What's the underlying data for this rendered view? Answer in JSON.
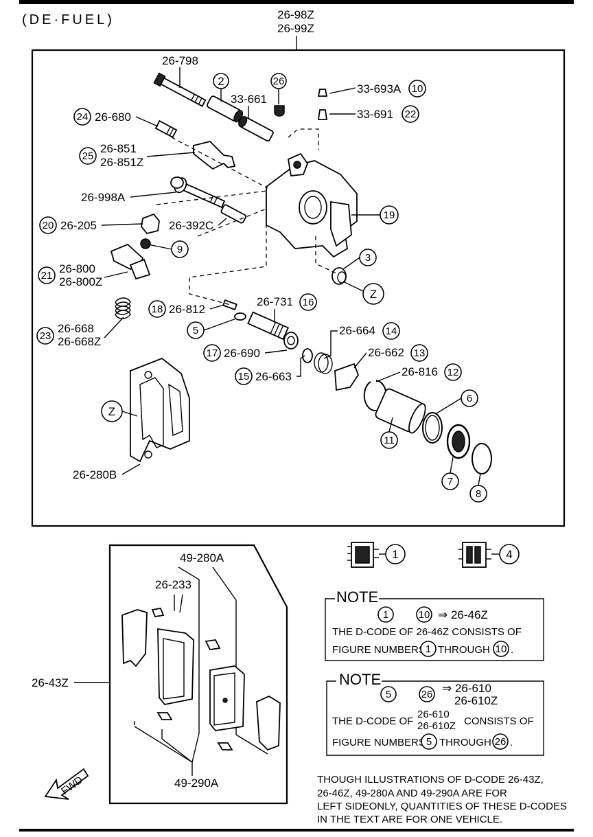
{
  "header": {
    "title": "(DE·FUEL)"
  },
  "top_callout": {
    "line1": "26-98Z",
    "line2": "26-99Z"
  },
  "parts": {
    "p26_798": "26-798",
    "p33_661": "33-661",
    "p33_693A": "33-693A",
    "p33_691": "33-691",
    "p26_680": "26-680",
    "p26_851": "26-851",
    "p26_851Z": "26-851Z",
    "p26_998A": "26-998A",
    "p26_205": "26-205",
    "p26_392C": "26-392C",
    "p26_800": "26-800",
    "p26_800Z": "26-800Z",
    "p26_812": "26-812",
    "p26_731": "26-731",
    "p26_668": "26-668",
    "p26_668Z": "26-668Z",
    "p26_664": "26-664",
    "p26_690": "26-690",
    "p26_662": "26-662",
    "p26_663": "26-663",
    "p26_816": "26-816",
    "p26_280B": "26-280B",
    "p49_280A": "49-280A",
    "p26_233": "26-233",
    "p26_43Z": "26-43Z",
    "p49_290A": "49-290A"
  },
  "numbers": {
    "n1": "1",
    "n2": "2",
    "n3": "3",
    "n4": "4",
    "n5": "5",
    "n6": "6",
    "n7": "7",
    "n8": "8",
    "n9": "9",
    "n10": "10",
    "n11": "11",
    "n12": "12",
    "n13": "13",
    "n14": "14",
    "n15": "15",
    "n16": "16",
    "n17": "17",
    "n18": "18",
    "n19": "19",
    "n20": "20",
    "n21": "21",
    "n22": "22",
    "n23": "23",
    "n24": "24",
    "n25": "25",
    "n26": "26",
    "z": "Z"
  },
  "note1": {
    "title": "NOTE",
    "arrow_code": "⇒ 26-46Z",
    "line2_a": "THE D-CODE OF  26-46Z  CONSISTS OF",
    "line3_a": "FIGURE NUMBERS",
    "line3_b": "THROUGH",
    "line3_c": "."
  },
  "note2": {
    "title": "NOTE",
    "arrow_code_1": "⇒ 26-610",
    "arrow_code_2": "26-610Z",
    "line2_a": "THE D-CODE OF",
    "line2_code1": "26-610",
    "line2_code2": "26-610Z",
    "line2_b": "CONSISTS OF",
    "line3_a": "FIGURE NUMBERS",
    "line3_b": "THROUGH",
    "line3_c": "."
  },
  "footnote": {
    "l1": "THOUGH ILLUSTRATIONS OF D-CODE 26-43Z,",
    "l2": "26-46Z, 49-280A AND 49-290A ARE FOR",
    "l3": "LEFT SIDEONLY, QUANTITIES OF THESE D-CODES",
    "l4": "IN THE TEXT ARE FOR ONE VEHICLE."
  },
  "fwd": "FWD"
}
